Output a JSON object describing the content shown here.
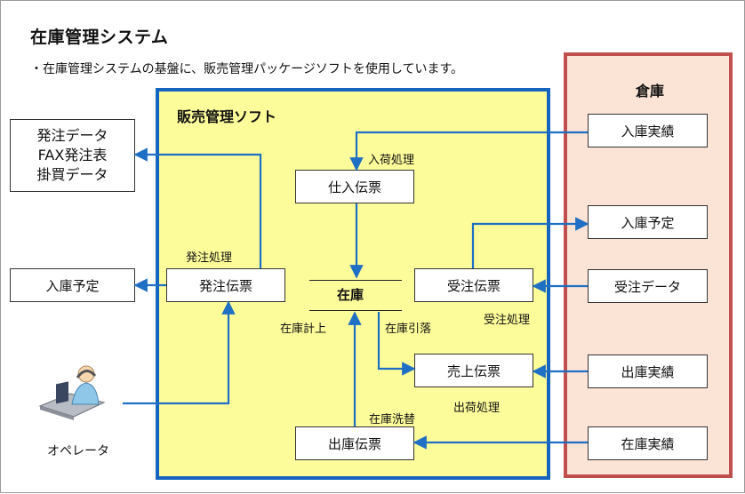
{
  "title": "在庫管理システム",
  "description": "・在庫管理システムの基盤に、販売管理パッケージソフトを使用しています。",
  "software_area": {
    "title": "販売管理ソフト"
  },
  "warehouse_area": {
    "title": "倉庫"
  },
  "external_outputs": {
    "order_data": [
      "発注データ",
      "FAX発注表",
      "掛買データ"
    ],
    "planned_receipt": "入庫予定"
  },
  "documents": {
    "purchase_slip": "仕入伝票",
    "order_slip": "発注伝票",
    "sales_order_slip": "受注伝票",
    "sales_slip": "売上伝票",
    "shipment_slip": "出庫伝票"
  },
  "inventory": "在庫",
  "processes": {
    "receiving": "入荷処理",
    "ordering": "発注処理",
    "order_receiving": "受注処理",
    "shipping": "出荷処理",
    "stock_add": "在庫計上",
    "stock_deduct": "在庫引落",
    "stock_check": "在庫洗替"
  },
  "warehouse_items": {
    "receipt_results": "入庫実績",
    "planned_receipt": "入庫予定",
    "order_data": "受注データ",
    "shipment_results": "出庫実績",
    "stock_results": "在庫実績"
  },
  "operator_label": "オペレータ",
  "colors": {
    "arrow": "#1f6fc4",
    "software_border": "#1565c0",
    "software_fill": "#fdfc9a",
    "warehouse_border": "#c0504d",
    "warehouse_fill": "#fbe3d6"
  },
  "icons": [
    "operator-icon"
  ]
}
